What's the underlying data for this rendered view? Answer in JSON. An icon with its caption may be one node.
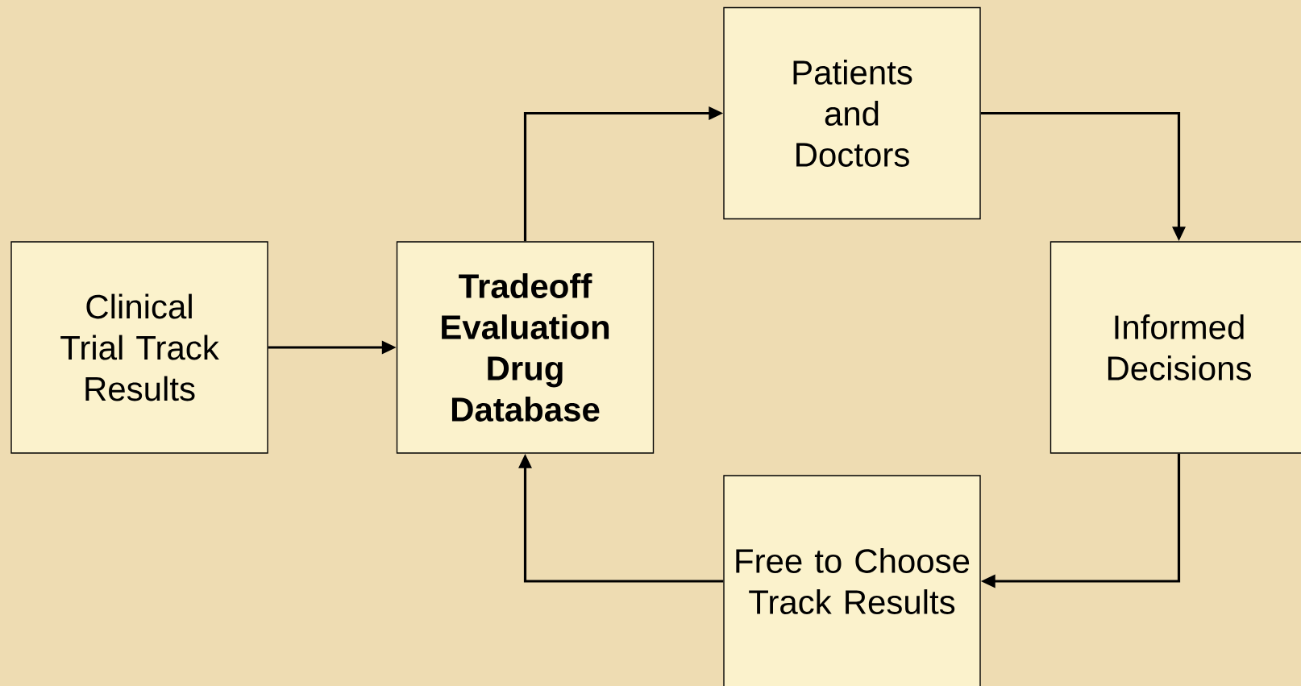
{
  "diagram": {
    "nodes": [
      {
        "text": [
          "Clinical Trial Track Results"
        ]
      },
      {
        "text": [
          "Tradeoff Evaluation Drug Database"
        ]
      },
      {
        "text": [
          "Patients and Doctors"
        ]
      },
      {
        "text": [
          "Informed Decisions"
        ]
      },
      {
        "text": [
          "Free to Choose Track Results"
        ]
      }
    ],
    "edges": [
      {
        "from": 0,
        "to": 1,
        "arrow": "to"
      },
      {
        "from": 1,
        "to": 2,
        "arrow": "to"
      },
      {
        "from": 2,
        "to": 3,
        "arrow": "to"
      },
      {
        "from": 3,
        "to": 4,
        "arrow": "to"
      },
      {
        "from": 4,
        "to": 1,
        "arrow": "to"
      }
    ]
  }
}
